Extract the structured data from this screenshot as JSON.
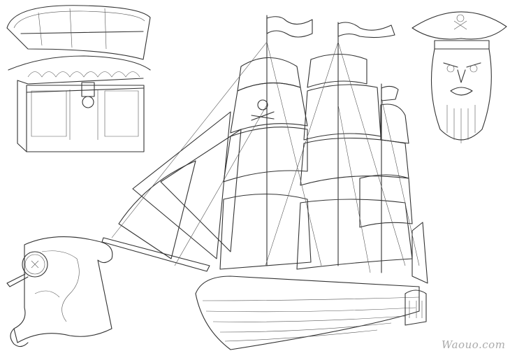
{
  "watermark": "Waouo.com",
  "illustrations": [
    "treasure-chest",
    "pirate-ship",
    "pirate-face",
    "treasure-map-with-magnifier"
  ]
}
